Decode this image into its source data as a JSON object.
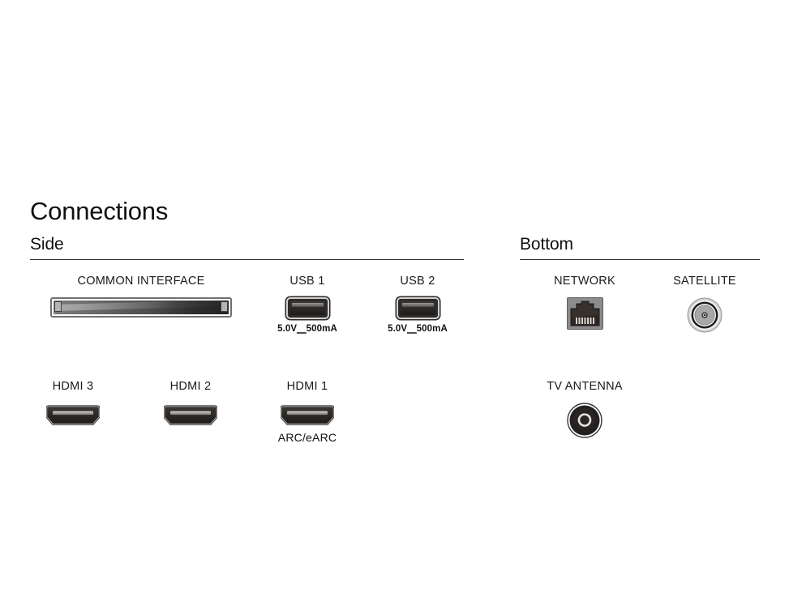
{
  "page": {
    "title": "Connections",
    "background_color": "#ffffff",
    "text_color": "#1a1a1a"
  },
  "sections": {
    "side": {
      "title": "Side",
      "ports": [
        {
          "id": "common-interface",
          "label": "COMMON INTERFACE",
          "sub": "",
          "icon": "ci-slot-icon"
        },
        {
          "id": "usb-1",
          "label": "USB 1",
          "sub": "5.0V⍨500mA",
          "sub_plain": "5.0V 500mA",
          "icon": "usb-port-icon"
        },
        {
          "id": "usb-2",
          "label": "USB 2",
          "sub": "5.0V⍨500mA",
          "sub_plain": "5.0V 500mA",
          "icon": "usb-port-icon"
        },
        {
          "id": "hdmi-3",
          "label": "HDMI 3",
          "sub": "",
          "icon": "hdmi-port-icon"
        },
        {
          "id": "hdmi-2",
          "label": "HDMI 2",
          "sub": "",
          "icon": "hdmi-port-icon"
        },
        {
          "id": "hdmi-1",
          "label": "HDMI 1",
          "sub": "ARC/eARC",
          "icon": "hdmi-port-icon"
        }
      ]
    },
    "bottom": {
      "title": "Bottom",
      "ports": [
        {
          "id": "network",
          "label": "NETWORK",
          "sub": "",
          "icon": "rj45-network-icon"
        },
        {
          "id": "satellite",
          "label": "SATELLITE",
          "sub": "",
          "icon": "satellite-f-connector-icon"
        },
        {
          "id": "tv-antenna",
          "label": "TV ANTENNA",
          "sub": "",
          "icon": "coax-antenna-icon"
        }
      ]
    }
  },
  "usb_power": {
    "voltage": "5.0V",
    "dc_symbol": "⎓",
    "current": "500mA"
  }
}
